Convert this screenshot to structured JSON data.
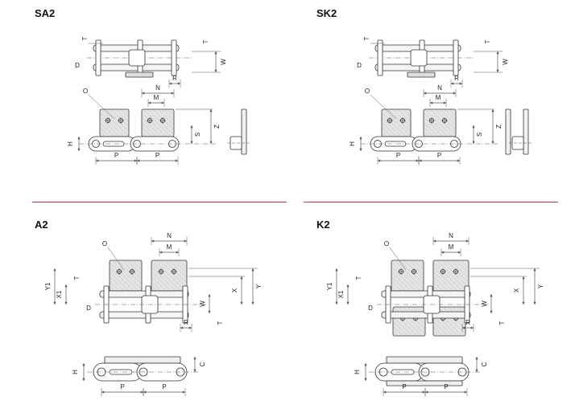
{
  "panels": [
    {
      "id": "sa2",
      "title": "SA2"
    },
    {
      "id": "sk2",
      "title": "SK2"
    },
    {
      "id": "a2",
      "title": "A2"
    },
    {
      "id": "k2",
      "title": "K2"
    }
  ],
  "labels": {
    "T": "T",
    "D": "D",
    "W": "W",
    "R": "R",
    "O": "O",
    "N": "N",
    "M": "M",
    "S": "S",
    "Z": "Z",
    "H": "H",
    "P": "P",
    "X": "X",
    "Y": "Y",
    "X1": "X1",
    "Y1": "Y1",
    "C": "C"
  },
  "colors": {
    "separator": "#c0394a",
    "line": "#333333",
    "attachment_fill": "#e4e4e4",
    "dim": "#555555"
  }
}
